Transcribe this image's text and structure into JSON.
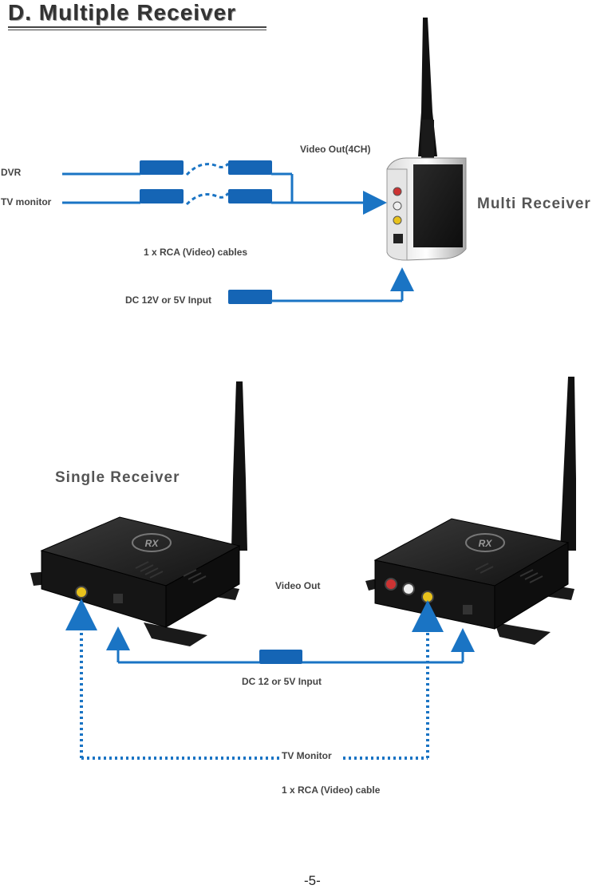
{
  "page": {
    "title": "D. Multiple Receiver",
    "page_number": "-5-"
  },
  "multi": {
    "video_out": "Video Out(4CH)",
    "dvr": "DVR",
    "tv_monitor": "TV monitor",
    "cables": "1 x RCA (Video) cables",
    "dc_input": "DC 12V or 5V Input",
    "receiver": "Multi Receiver"
  },
  "single": {
    "receiver": "Single Receiver",
    "video_out": "Video Out",
    "dc_input": "DC 12 or 5V Input",
    "tv_monitor": "TV Monitor",
    "cable": "1 x RCA (Video) cable",
    "badge": "RX"
  },
  "colors": {
    "line_blue": "#1a74c4",
    "plug_blue": "#1565b5",
    "device_dark": "#1c1c1c",
    "text_gray": "#444444"
  }
}
